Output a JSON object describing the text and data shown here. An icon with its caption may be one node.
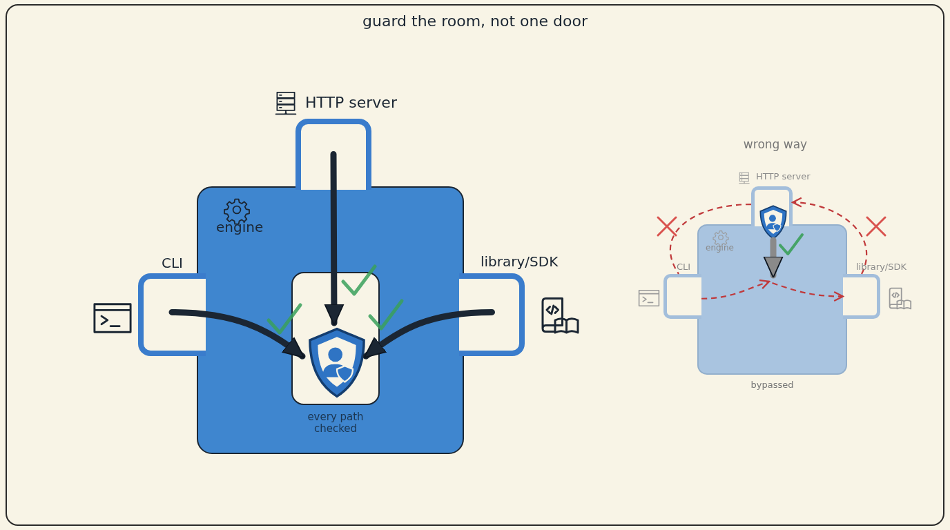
{
  "diagram": {
    "title": "guard the room, not one door",
    "nodes": [
      {
        "text": [
          "engine"
        ]
      },
      {
        "text": [
          "HTTP server"
        ]
      },
      {
        "text": [
          "CLI"
        ]
      },
      {
        "text": [
          "library/SDK"
        ]
      },
      {
        "text": [
          "every path checked"
        ],
        "in": 0
      },
      {
        "text": [],
        "shape": "shield",
        "in": 4
      },
      {
        "text": [
          "engine"
        ],
        "beside": [
          "bypassed"
        ]
      },
      {
        "text": [
          "HTTP server"
        ]
      },
      {
        "text": [
          "CLI"
        ]
      },
      {
        "text": [
          "library/SDK"
        ]
      },
      {
        "text": [],
        "shape": "shield"
      }
    ],
    "edges": [
      {
        "from": 1,
        "to": 5,
        "arrow": "to",
        "style": "thick",
        "color": "#1b2633"
      },
      {
        "from": 2,
        "to": 5,
        "arrow": "to",
        "style": "thick",
        "color": "#1b2633"
      },
      {
        "from": 3,
        "to": 5,
        "arrow": "to",
        "style": "thick",
        "color": "#1b2633"
      },
      {
        "from": 10,
        "to": 6,
        "arrow": "to",
        "style": "thick",
        "color": "#8a8a8a"
      },
      {
        "from": 8,
        "to": 6,
        "arrow": "to",
        "style": "dashed",
        "color": "#c0393b"
      },
      {
        "from": 9,
        "to": 7,
        "arrow": "to",
        "style": "dashed",
        "color": "#c0393b"
      },
      {
        "from": 7,
        "to": 8,
        "arrow": "none",
        "style": "dashed",
        "color": "#c0393b"
      },
      {
        "from": 6,
        "to": 9,
        "arrow": "to",
        "style": "dashed",
        "color": "#c0393b"
      }
    ],
    "labels": [
      "wrong way"
    ]
  }
}
